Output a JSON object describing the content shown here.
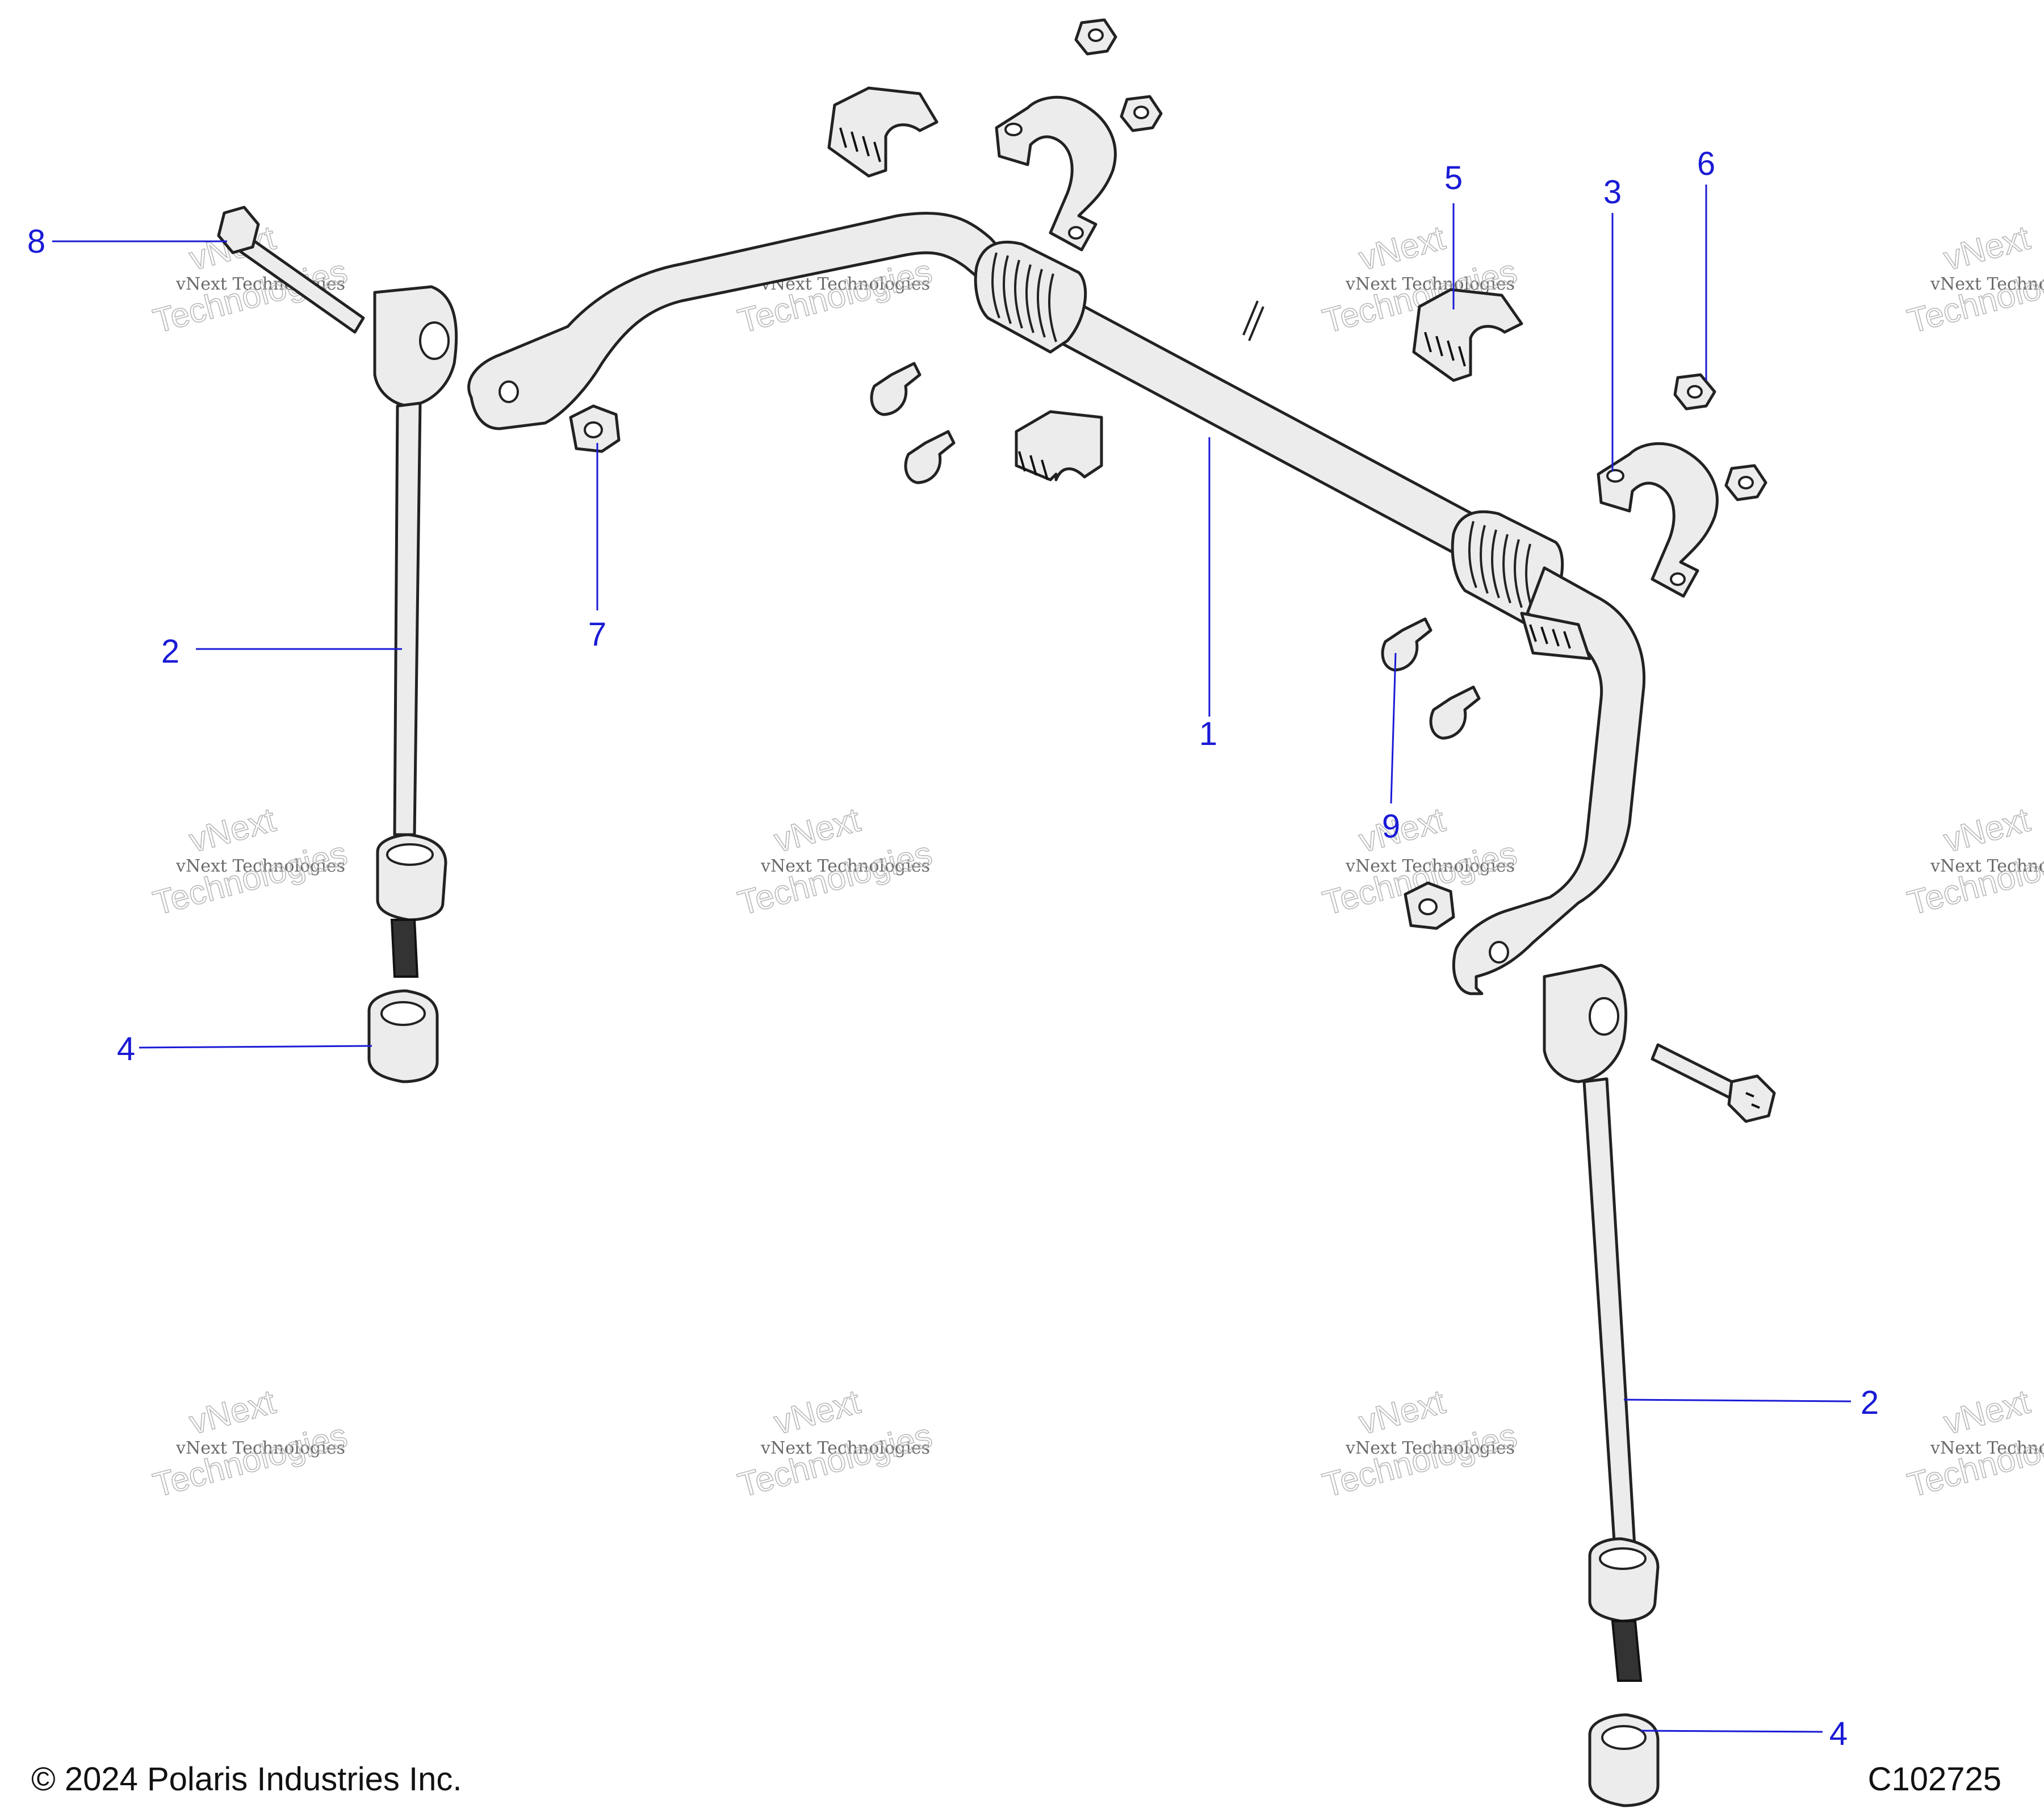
{
  "callouts": {
    "c1": "1",
    "c2a": "2",
    "c2b": "2",
    "c3": "3",
    "c4a": "4",
    "c4b": "4",
    "c5": "5",
    "c6": "6",
    "c7": "7",
    "c8": "8",
    "c9": "9"
  },
  "watermark": {
    "line1": "vNext",
    "line2": "vNext Technologies",
    "line3": "Technologies"
  },
  "footer": {
    "copyright": "© 2024 Polaris Industries Inc.",
    "figure_id": "C102725"
  },
  "colors": {
    "callout": "#1a1ad6",
    "line_art": "#222222",
    "part_fill": "#ececec"
  }
}
